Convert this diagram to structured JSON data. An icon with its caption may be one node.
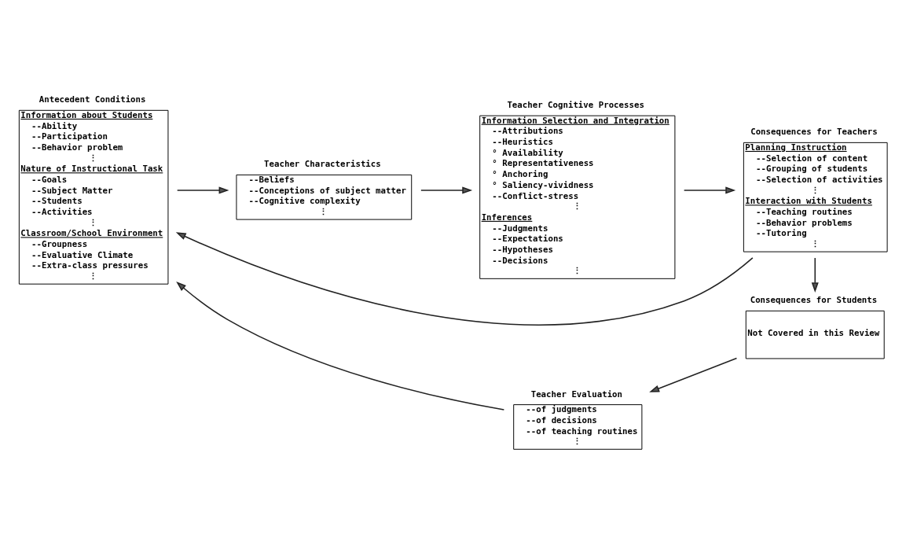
{
  "diagram": {
    "nodes": [
      {
        "text": [
          "Antecedent Conditions",
          "Information about Students",
          "--Ability",
          "--Participation",
          "--Behavior problem",
          "⋮",
          "Nature of Instructional Task",
          "--Goals",
          "--Subject Matter",
          "--Students",
          "--Activities",
          "⋮",
          "Classroom/School Environment",
          "--Groupness",
          "--Evaluative Climate",
          "--Extra-class pressures",
          "⋮"
        ]
      },
      {
        "text": [
          "Teacher Characteristics",
          "--Beliefs",
          "--Conceptions of subject matter",
          "--Cognitive complexity",
          "⋮"
        ]
      },
      {
        "text": [
          "Teacher Cognitive Processes",
          "Information Selection and Integration",
          "--Attributions",
          "--Heuristics",
          "° Availability",
          "° Representativeness",
          "° Anchoring",
          "° Saliency-vividness",
          "--Conflict-stress",
          "⋮",
          "Inferences",
          "--Judgments",
          "--Expectations",
          "--Hypotheses",
          "--Decisions",
          "⋮"
        ]
      },
      {
        "text": [
          "Consequences for Teachers",
          "Planning Instruction",
          "--Selection of content",
          "--Grouping of students",
          "--Selection of activities",
          "⋮",
          "Interaction with Students",
          "--Teaching routines",
          "--Behavior problems",
          "--Tutoring",
          "⋮"
        ]
      },
      {
        "text": [
          "Consequences for Students",
          "Not Covered in this Review"
        ]
      },
      {
        "text": [
          "Teacher Evaluation",
          "--of judgments",
          "--of decisions",
          "--of teaching routines",
          "⋮"
        ]
      }
    ],
    "edges": [
      {
        "from": 0,
        "to": 1,
        "arrow": "to"
      },
      {
        "from": 1,
        "to": 2,
        "arrow": "to"
      },
      {
        "from": 2,
        "to": 3,
        "arrow": "to"
      },
      {
        "from": 3,
        "to": 0,
        "arrow": "to"
      },
      {
        "from": 3,
        "to": 4,
        "arrow": "to"
      },
      {
        "from": 4,
        "to": 5,
        "arrow": "to"
      },
      {
        "from": 5,
        "to": 0,
        "arrow": "to"
      }
    ]
  }
}
